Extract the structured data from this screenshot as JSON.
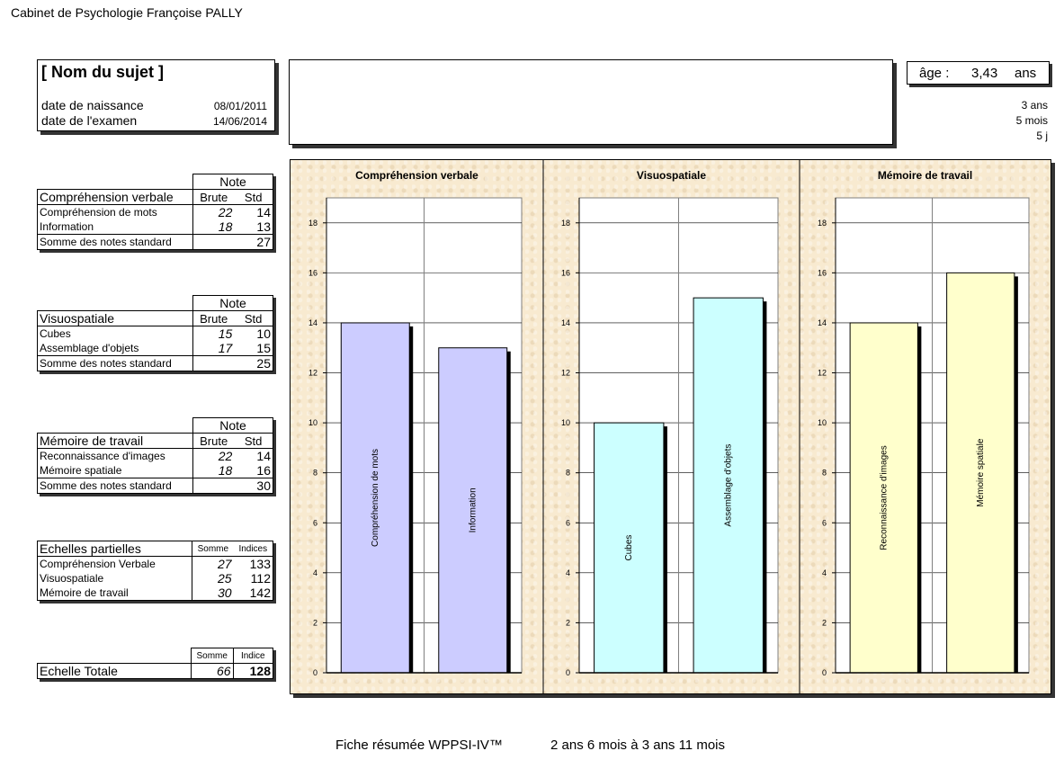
{
  "header": {
    "cabinet": "Cabinet de Psychologie Françoise PALLY"
  },
  "subject": {
    "name": "[ Nom du sujet ]",
    "birth_label": "date de naissance",
    "birth_date": "08/01/2011",
    "exam_label": "date de l'examen",
    "exam_date": "14/06/2014"
  },
  "age": {
    "label": "âge :",
    "value": "3,43",
    "unit": "ans",
    "years": "3 ans",
    "months": "5 mois",
    "days": "5 j"
  },
  "tables": {
    "note_label": "Note",
    "brute_label": "Brute",
    "std_label": "Std",
    "sum_label": "Somme des notes standard",
    "verbal": {
      "title": "Compréhension verbale",
      "rows": [
        {
          "label": "Compréhension de mots",
          "brute": "22",
          "std": "14"
        },
        {
          "label": "Information",
          "brute": "18",
          "std": "13"
        }
      ],
      "sum": "27"
    },
    "visuo": {
      "title": "Visuospatiale",
      "rows": [
        {
          "label": "Cubes",
          "brute": "15",
          "std": "10"
        },
        {
          "label": "Assemblage d'objets",
          "brute": "17",
          "std": "15"
        }
      ],
      "sum": "25"
    },
    "memoire": {
      "title": "Mémoire de travail",
      "rows": [
        {
          "label": "Reconnaissance d'images",
          "brute": "22",
          "std": "14"
        },
        {
          "label": "Mémoire spatiale",
          "brute": "18",
          "std": "16"
        }
      ],
      "sum": "30"
    },
    "partielles": {
      "title": "Echelles partielles",
      "somme_label": "Somme",
      "indices_label": "Indices",
      "rows": [
        {
          "label": "Compréhension Verbale",
          "somme": "27",
          "indice": "133"
        },
        {
          "label": "Visuospatiale",
          "somme": "25",
          "indice": "112"
        },
        {
          "label": "Mémoire de travail",
          "somme": "30",
          "indice": "142"
        }
      ]
    },
    "totale": {
      "title": "Echelle Totale",
      "somme_label": "Somme",
      "indice_label": "Indice",
      "somme": "66",
      "indice": "128"
    }
  },
  "chart_data": [
    {
      "type": "bar",
      "title": "Compréhension verbale",
      "categories": [
        "Compréhension de mots",
        "Information"
      ],
      "values": [
        14,
        13
      ],
      "ylim": [
        0,
        19
      ],
      "yticks": [
        "0",
        "2",
        "4",
        "6",
        "8",
        "10",
        "12",
        "14",
        "16",
        "18"
      ],
      "color": "#ccccff",
      "grid": true
    },
    {
      "type": "bar",
      "title": "Visuospatiale",
      "categories": [
        "Cubes",
        "Assemblage d'objets"
      ],
      "values": [
        10,
        15
      ],
      "ylim": [
        0,
        19
      ],
      "yticks": [
        "0",
        "2",
        "4",
        "6",
        "8",
        "10",
        "12",
        "14",
        "16",
        "18"
      ],
      "color": "#ccffff",
      "grid": true
    },
    {
      "type": "bar",
      "title": "Mémoire de travail",
      "categories": [
        "Reconnaissance d'images",
        "Mémoire spatiale"
      ],
      "values": [
        14,
        16
      ],
      "ylim": [
        0,
        19
      ],
      "yticks": [
        "0",
        "2",
        "4",
        "6",
        "8",
        "10",
        "12",
        "14",
        "16",
        "18"
      ],
      "color": "#ffffcc",
      "grid": true
    }
  ],
  "footer": {
    "title": "Fiche résumée WPPSI-IV™",
    "range": "2 ans 6 mois à 3 ans 11 mois"
  }
}
